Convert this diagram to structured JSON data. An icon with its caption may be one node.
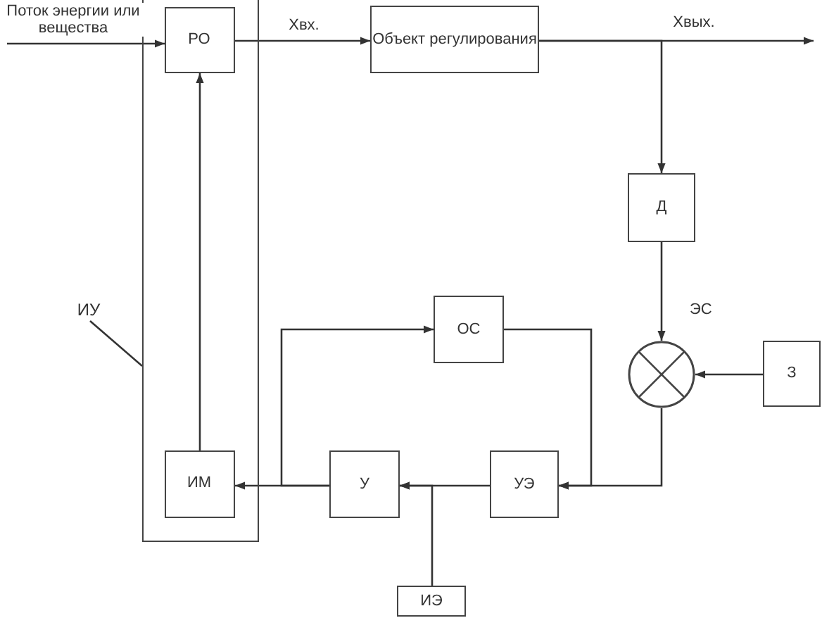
{
  "diagram": {
    "nodes": [
      {
        "text": [],
        "shape": "box"
      },
      {
        "text": [
          "РО"
        ],
        "in": 0
      },
      {
        "text": [
          "Объект регулирования"
        ]
      },
      {
        "text": [
          "Д"
        ]
      },
      {
        "text": [],
        "shape": "circle",
        "beside": [
          "ЭС"
        ]
      },
      {
        "text": [
          "ИУ"
        ]
      },
      {
        "text": [
          "ОС"
        ]
      },
      {
        "text": [
          "З"
        ]
      },
      {
        "text": [
          "ИМ"
        ],
        "in": 0
      },
      {
        "text": [
          "У"
        ]
      },
      {
        "text": [
          "УЭ"
        ]
      },
      {
        "text": [
          "ИЭ"
        ]
      }
    ],
    "edges": [
      {
        "from": null,
        "to": 1,
        "arrow": "to",
        "label": "Поток энергии или вещества"
      },
      {
        "from": 1,
        "to": 2,
        "arrow": "to",
        "label": "Хвх."
      },
      {
        "from": 2,
        "to": null,
        "arrow": "to",
        "label": "Хвых."
      },
      {
        "from": 2,
        "to": 3,
        "arrow": "to"
      },
      {
        "from": 3,
        "to": 4,
        "arrow": "to"
      },
      {
        "from": 7,
        "to": 4,
        "arrow": "to"
      },
      {
        "from": 4,
        "to": 10,
        "arrow": "to"
      },
      {
        "from": 6,
        "to": 10,
        "arrow": "to"
      },
      {
        "from": 10,
        "to": 9,
        "arrow": "to"
      },
      {
        "from": 11,
        "to": 9,
        "arrow": "to"
      },
      {
        "from": 9,
        "to": 8,
        "arrow": "to"
      },
      {
        "from": 9,
        "to": 6,
        "arrow": "to"
      },
      {
        "from": 8,
        "to": 1,
        "arrow": "to"
      },
      {
        "from": 5,
        "to": 0,
        "arrow": "none"
      }
    ]
  }
}
